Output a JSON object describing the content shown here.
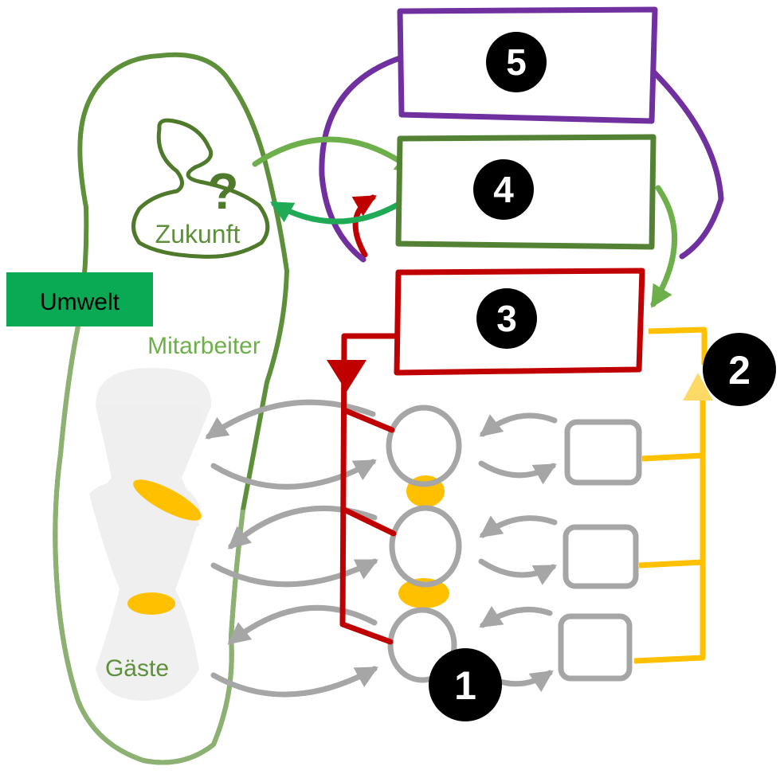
{
  "labels": {
    "zukunft": "Zukunft",
    "question": "?",
    "umwelt": "Umwelt",
    "mitarbeiter": "Mitarbeiter",
    "gaeste": "Gäste"
  },
  "badges": {
    "b1": "1",
    "b2": "2",
    "b3": "3",
    "b4": "4",
    "b5": "5"
  },
  "colors": {
    "dark_green": "#4f7a2c",
    "mid_green": "#5e8f3a",
    "light_green": "#8db173",
    "arrow_green": "#6db04b",
    "bright_green": "#1faa55",
    "umwelt_bg": "#0aaa55",
    "purple": "#7a35a8",
    "red": "#c00000",
    "yellow": "#f5be00",
    "gray": "#a6a6a6",
    "black": "#000000"
  },
  "icons": [
    "question-mark-icon",
    "number-badge-icon"
  ]
}
